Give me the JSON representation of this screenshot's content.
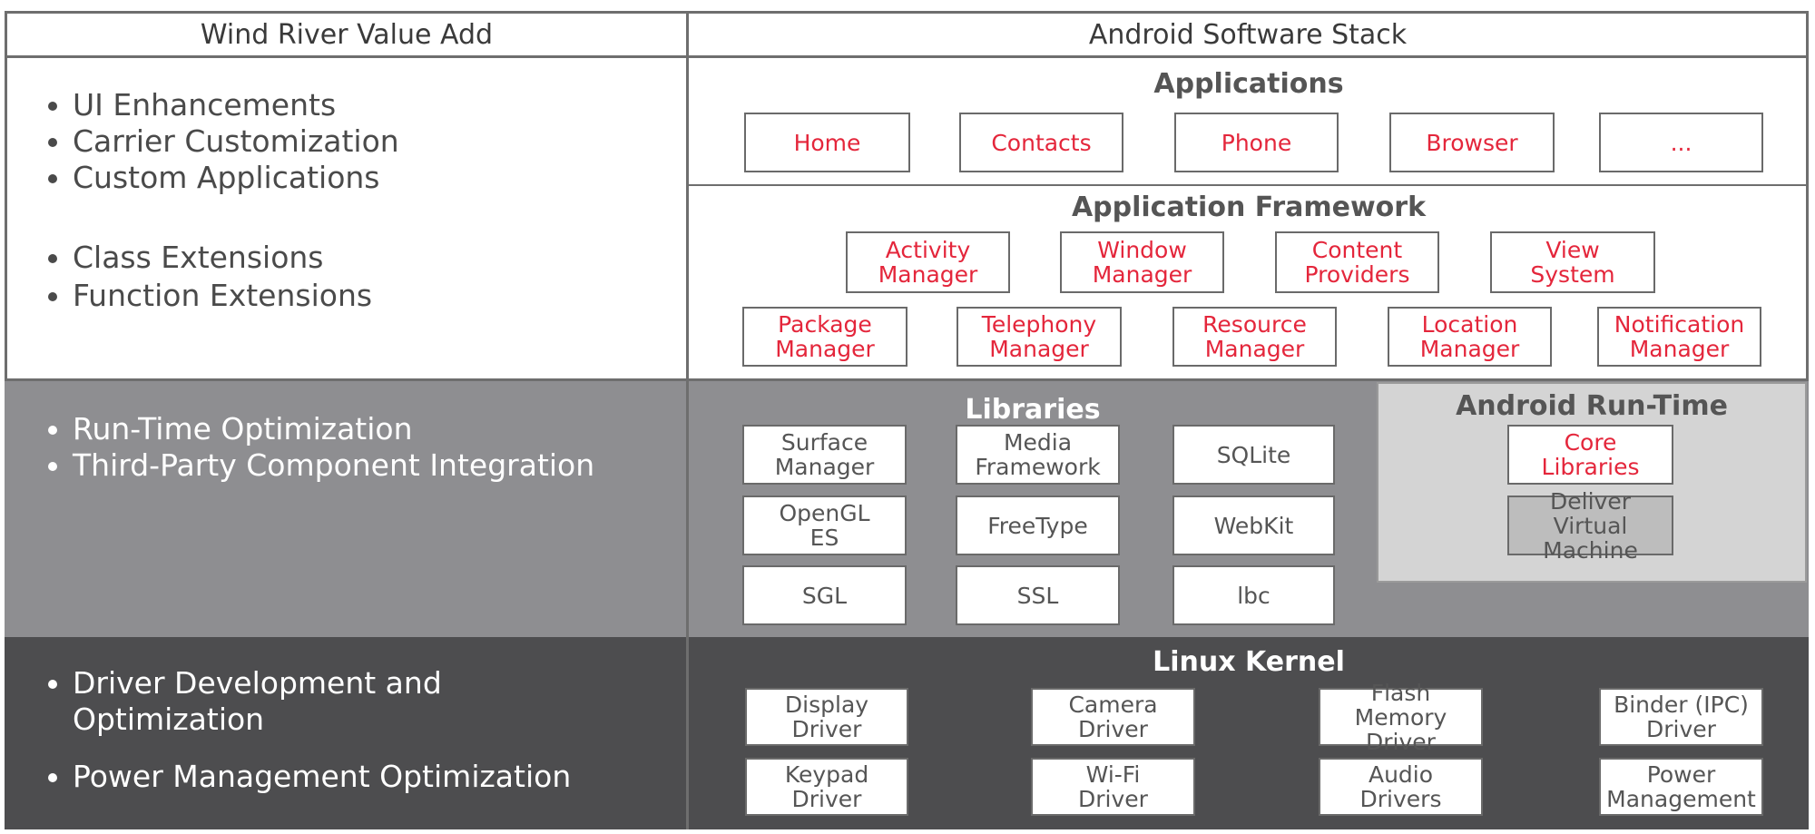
{
  "headers": {
    "left": "Wind River Value Add",
    "right": "Android Software Stack"
  },
  "value_add": {
    "group1": [
      "UI Enhancements",
      "Carrier Customization",
      "Custom Applications"
    ],
    "group2": [
      "Class Extensions",
      "Function Extensions"
    ],
    "group3": [
      "Run-Time Optimization",
      "Third-Party Component Integration"
    ],
    "group4a": [
      "Driver Development and Optimization"
    ],
    "group4b": [
      "Power Management Optimization"
    ]
  },
  "applications": {
    "title": "Applications",
    "items": [
      "Home",
      "Contacts",
      "Phone",
      "Browser",
      "..."
    ]
  },
  "framework": {
    "title": "Application Framework",
    "row1": [
      "Activity Manager",
      "Window Manager",
      "Content Providers",
      "View System"
    ],
    "row2": [
      "Package Manager",
      "Telephony Manager",
      "Resource Manager",
      "Location Manager",
      "Notification Manager"
    ]
  },
  "libraries": {
    "title": "Libraries",
    "items": [
      "Surface Manager",
      "Media Framework",
      "SQLite",
      "OpenGL ES",
      "FreeType",
      "WebKit",
      "SGL",
      "SSL",
      "lbc"
    ]
  },
  "runtime": {
    "title": "Android Run-Time",
    "core": "Core Libraries",
    "vm": "Deliver Virtual Machine"
  },
  "kernel": {
    "title": "Linux Kernel",
    "row1": [
      "Display Driver",
      "Camera Driver",
      "Flash Memory Driver",
      "Binder (IPC) Driver"
    ],
    "row2": [
      "Keypad Driver",
      "Wi-Fi Driver",
      "Audio Drivers",
      "Power Management"
    ]
  },
  "colors": {
    "red_text": "#e4263b",
    "mid_gray": "#8e8e91",
    "light_gray": "#d4d4d4",
    "dark_gray": "#4d4d4f"
  }
}
